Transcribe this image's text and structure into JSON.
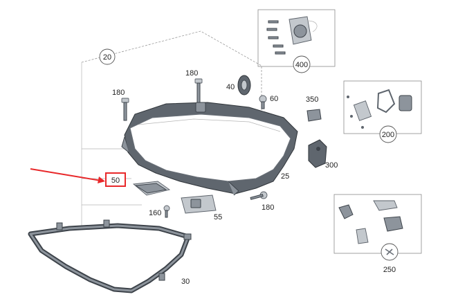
{
  "callouts": {
    "c20": "20",
    "c30": "30",
    "c40": "40",
    "c50": "50",
    "c55": "55",
    "c60": "60",
    "c160": "160",
    "c180_left": "180",
    "c180_top": "180",
    "c180_bottom": "180",
    "c200": "200",
    "c250": "250",
    "c300": "300",
    "c350": "350",
    "c400": "400",
    "c25": "25"
  },
  "colors": {
    "highlight_arrow": "#e8282a",
    "highlight_box": "#e8282a",
    "part_grey": "#8d949c",
    "line_grey": "#9a9a9a"
  }
}
